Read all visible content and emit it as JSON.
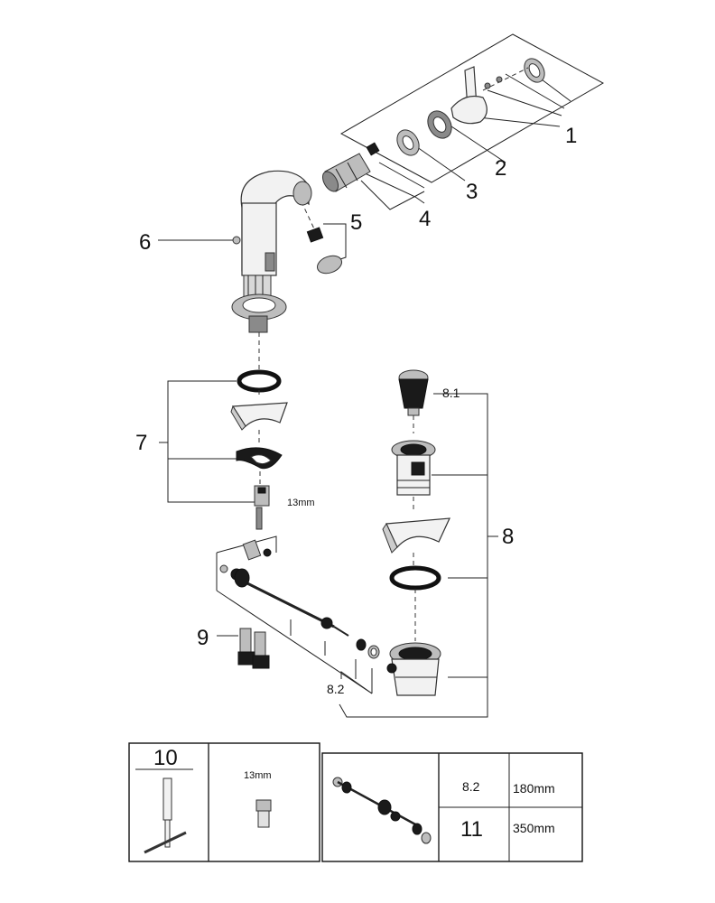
{
  "callouts": {
    "p1": "1",
    "p2": "2",
    "p3": "3",
    "p4": "4",
    "p5": "5",
    "p6": "6",
    "p7": "7",
    "p8": "8",
    "p81": "8.1",
    "p82": "8.2",
    "p9": "9"
  },
  "wrench_size": "13mm",
  "table": {
    "tool_number": "10",
    "tool_size": "13mm",
    "rows": [
      {
        "part": "8.2",
        "length": "180mm"
      },
      {
        "part": "11",
        "length": "350mm"
      }
    ]
  }
}
